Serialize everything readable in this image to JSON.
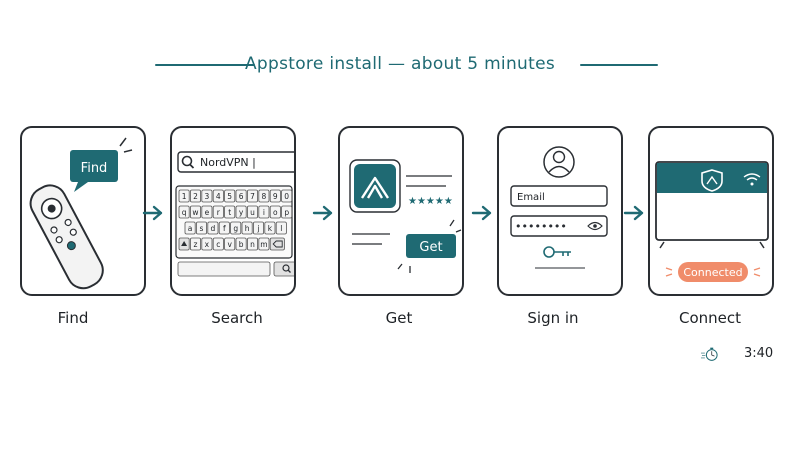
{
  "title": "Appstore install — about 5 minutes",
  "steps": [
    {
      "label": "Find"
    },
    {
      "label": "Search"
    },
    {
      "label": "Get"
    },
    {
      "label": "Sign in"
    },
    {
      "label": "Connect"
    }
  ],
  "find_card": {
    "bubble_text": "Find"
  },
  "search_card": {
    "query": "NordVPN |",
    "rows": [
      [
        "1",
        "2",
        "3",
        "4",
        "5",
        "6",
        "7",
        "8",
        "9",
        "0"
      ],
      [
        "q",
        "w",
        "e",
        "r",
        "t",
        "y",
        "u",
        "i",
        "o",
        "p"
      ],
      [
        "a",
        "s",
        "d",
        "f",
        "g",
        "h",
        "j",
        "k",
        "l"
      ],
      [
        "z",
        "x",
        "c",
        "v",
        "b",
        "n",
        "m"
      ]
    ]
  },
  "get_card": {
    "button_label": "Get",
    "rating": "★★★★★"
  },
  "signin_card": {
    "email_label": "Email",
    "password_mask": "••••••••"
  },
  "connect_card": {
    "status_label": "Connected"
  },
  "timer": {
    "value": "3:40"
  },
  "colors": {
    "teal": "#1f6a73",
    "orange": "#f08c6a",
    "ink": "#2a2e33"
  },
  "icons": [
    "remote-icon",
    "search-icon",
    "app-icon",
    "user-icon",
    "key-icon",
    "eye-icon",
    "shield-icon",
    "wifi-icon",
    "stopwatch-icon",
    "arrow-right-icon"
  ]
}
